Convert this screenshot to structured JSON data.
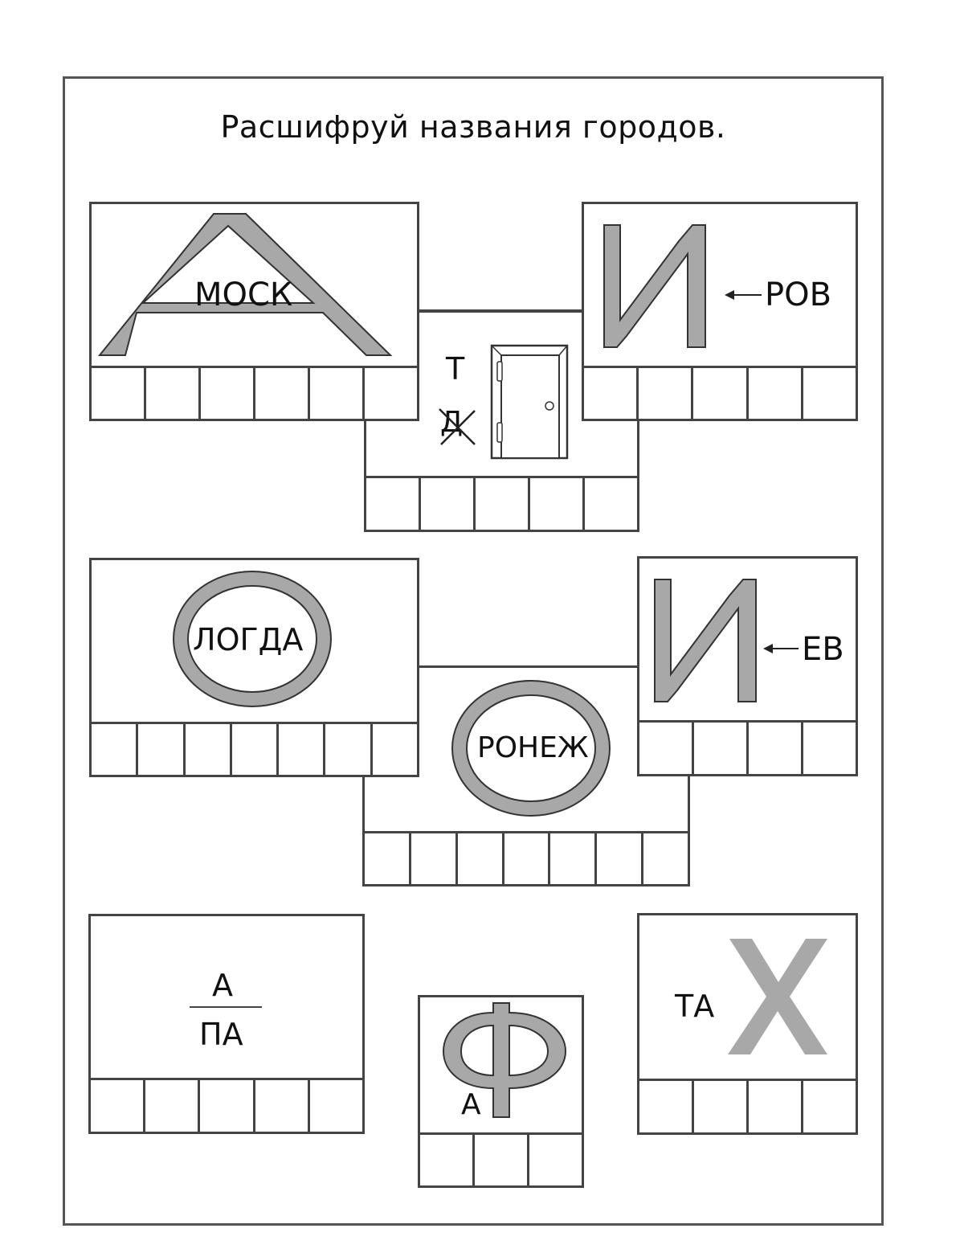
{
  "title": "Расшифруй названия городов.",
  "colors": {
    "outline": "#444444",
    "letter_fill": "#a8a8a8",
    "text": "#111111",
    "background": "#ffffff"
  },
  "puzzles": [
    {
      "id": "p1",
      "big_letter": "А",
      "clue_text": "МОСК",
      "answer_cells": 6
    },
    {
      "id": "p2",
      "big_letter": "",
      "top_letter": "Т",
      "crossed_letter": "Д",
      "picture": "door-icon",
      "answer_cells": 5
    },
    {
      "id": "p3",
      "big_letter": "И",
      "arrow": "←",
      "clue_text": "РОВ",
      "answer_cells": 5
    },
    {
      "id": "p4",
      "big_letter": "О",
      "clue_text": "ЛОГДА",
      "answer_cells": 7
    },
    {
      "id": "p5",
      "big_letter": "О",
      "clue_text": "РОНЕЖ",
      "answer_cells": 7
    },
    {
      "id": "p6",
      "big_letter": "И",
      "arrow": "←",
      "clue_text": "ЕВ",
      "answer_cells": 4
    },
    {
      "id": "p7",
      "numerator": "А",
      "denominator": "ПА",
      "answer_cells": 5
    },
    {
      "id": "p8",
      "big_letter": "Ф",
      "clue_text": "А",
      "answer_cells": 3
    },
    {
      "id": "p9",
      "big_letter": "Х",
      "clue_text": "ТА",
      "answer_cells": 4
    }
  ]
}
